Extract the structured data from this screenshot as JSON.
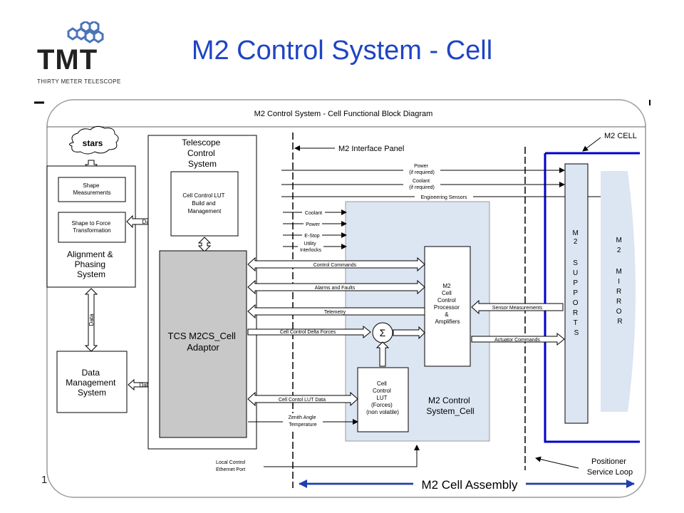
{
  "slide": {
    "title": "M2 Control System - Cell",
    "page_number": "1"
  },
  "logo": {
    "text": "TMT",
    "subtitle": "THIRTY METER TELESCOPE"
  },
  "diagram": {
    "title": "M2 Control System - Cell Functional Block Diagram",
    "cloud": "stars",
    "blocks": {
      "shape_measurements": [
        "Shape",
        "Measurements"
      ],
      "shape_to_force": [
        "Shape to Force",
        "Transformation"
      ],
      "alignment": [
        "Alignment &",
        "Phasing",
        "System"
      ],
      "data_management": [
        "Data",
        "Management",
        "System"
      ],
      "tcs": [
        "Telescope",
        "Control",
        "System"
      ],
      "lut_build": [
        "Cell Control LUT",
        "Build and",
        "Management"
      ],
      "adaptor": [
        "TCS M2CS_Cell",
        "Adaptor"
      ],
      "processor": [
        "M2",
        "Cell",
        "Control",
        "Processor",
        "&",
        "Amplifiers"
      ],
      "lut": [
        "Cell",
        "Control",
        "LUT",
        "(Forces)",
        "(non volatile)"
      ],
      "m2cs_cell": [
        "M2 Control",
        "System_Cell"
      ],
      "supports": [
        "M",
        "2",
        "",
        "S",
        "U",
        "P",
        "P",
        "O",
        "R",
        "T",
        "S"
      ],
      "mirror": [
        "M",
        "2",
        "",
        "M",
        "I",
        "R",
        "R",
        "O",
        "R"
      ]
    },
    "labels": {
      "data_1": "Data",
      "data_2": "Data",
      "data_vertical": "Data",
      "interface_panel": "M2 Interface Panel",
      "m2_cell": "M2 CELL",
      "power_req": [
        "Power",
        "(if required)"
      ],
      "coolant_req": [
        "Coolant",
        "(if required)"
      ],
      "engineering": "Engineering Sensors",
      "coolant": "Coolant",
      "power": "Power",
      "estop": "E-Stop",
      "utility": [
        "Utility",
        "Interlocks"
      ],
      "control_commands": "Control Commands",
      "alarms": "Alarms and Faults",
      "telemetry": "Telemetry",
      "delta_forces": "Cell Control Delta Forces",
      "sigma": "Σ",
      "sensor_measurements": "Sensor Measurements",
      "actuator_commands": "Actuator Commands",
      "lut_data": "Cell Contol LUT Data",
      "zenith": [
        "Zenith Angle",
        "Temperature"
      ],
      "local_control": [
        "Local Control",
        "Ethernet Port"
      ],
      "positioner": [
        "Positioner",
        "Service Loop"
      ],
      "assembly": "M2 Cell Assembly",
      "dot": "."
    }
  },
  "colors": {
    "title_blue": "#1f44c4",
    "cell_blue": "#0000cc",
    "panel_fill": "#dce6f2",
    "adaptor_fill": "#c8c8c8",
    "mirror_fill": "#dce6f2"
  }
}
